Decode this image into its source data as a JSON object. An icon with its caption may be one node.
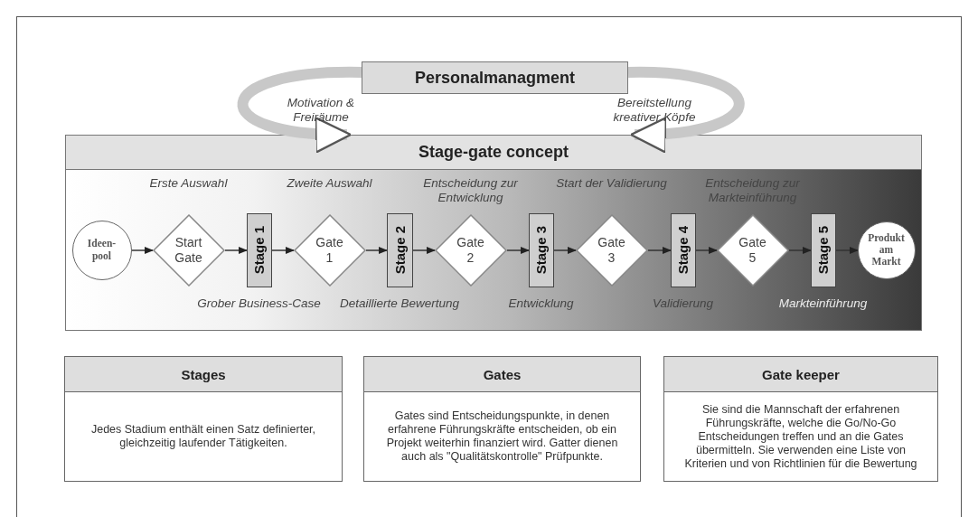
{
  "diagram": {
    "nodes": [
      {
        "text": [
          "Personalmanagment"
        ]
      },
      {
        "text": [
          "Stage-gate concept"
        ]
      },
      {
        "text": [
          "Ideen-pool"
        ],
        "in": 1
      },
      {
        "text": [
          "Start Gate"
        ],
        "in": 1,
        "beside": [
          "Erste Auswahl"
        ]
      },
      {
        "text": [
          "Stage 1"
        ],
        "in": 1,
        "beside": [
          "Grober Business-Case"
        ]
      },
      {
        "text": [
          "Gate 1"
        ],
        "in": 1,
        "beside": [
          "Zweite Auswahl"
        ]
      },
      {
        "text": [
          "Stage 2"
        ],
        "in": 1,
        "beside": [
          "Detaillierte Bewertung"
        ]
      },
      {
        "text": [
          "Gate 2"
        ],
        "in": 1,
        "beside": [
          "Entscheidung zur Entwicklung"
        ]
      },
      {
        "text": [
          "Stage 3"
        ],
        "in": 1,
        "beside": [
          "Entwicklung"
        ]
      },
      {
        "text": [
          "Gate 3"
        ],
        "in": 1,
        "beside": [
          "Start der Validierung"
        ]
      },
      {
        "text": [
          "Stage 4"
        ],
        "in": 1,
        "beside": [
          "Validierung"
        ]
      },
      {
        "text": [
          "Gate 5"
        ],
        "in": 1,
        "beside": [
          "Entscheidung zur Markteinführung"
        ]
      },
      {
        "text": [
          "Stage 5"
        ],
        "in": 1,
        "beside": [
          "Markteinführung"
        ]
      },
      {
        "text": [
          "Produkt am Markt"
        ],
        "in": 1
      },
      {
        "text": [
          "Stages",
          "Jedes Stadium enthält einen Satz definierter, gleichzeitig laufender Tätigkeiten."
        ]
      },
      {
        "text": [
          "Gates",
          "Gates sind Entscheidungspunkte, in denen erfahrene Führungskräfte entscheiden, ob ein Projekt weiterhin finanziert wird. Gatter dienen auch als \"Qualitätskontrolle\" Prüfpunkte."
        ]
      },
      {
        "text": [
          "Gate keeper",
          "Sie sind die Mannschaft der erfahrenen Führungskräfte, welche die Go/No-Go Entscheidungen treffen und an die Gates übermitteln. Sie verwenden eine Liste von Kriterien und von Richtlinien für die Bewertung"
        ]
      }
    ],
    "edges": [
      {
        "from": 0,
        "to": 1,
        "arrow": "to",
        "label": "Motivation & Freiräume",
        "style": "thick",
        "color": "#c8c8c8"
      },
      {
        "from": 0,
        "to": 1,
        "arrow": "to",
        "label": "Bereitstellung kreativer Köpfe",
        "style": "thick",
        "color": "#c8c8c8"
      },
      {
        "from": 2,
        "to": 3,
        "arrow": "to"
      },
      {
        "from": 3,
        "to": 4,
        "arrow": "to"
      },
      {
        "from": 4,
        "to": 5,
        "arrow": "to"
      },
      {
        "from": 5,
        "to": 6,
        "arrow": "to"
      },
      {
        "from": 6,
        "to": 7,
        "arrow": "to"
      },
      {
        "from": 7,
        "to": 8,
        "arrow": "to"
      },
      {
        "from": 8,
        "to": 9,
        "arrow": "to"
      },
      {
        "from": 9,
        "to": 10,
        "arrow": "to"
      },
      {
        "from": 10,
        "to": 11,
        "arrow": "to"
      },
      {
        "from": 11,
        "to": 12,
        "arrow": "to"
      },
      {
        "from": 12,
        "to": 13,
        "arrow": "to"
      }
    ]
  }
}
